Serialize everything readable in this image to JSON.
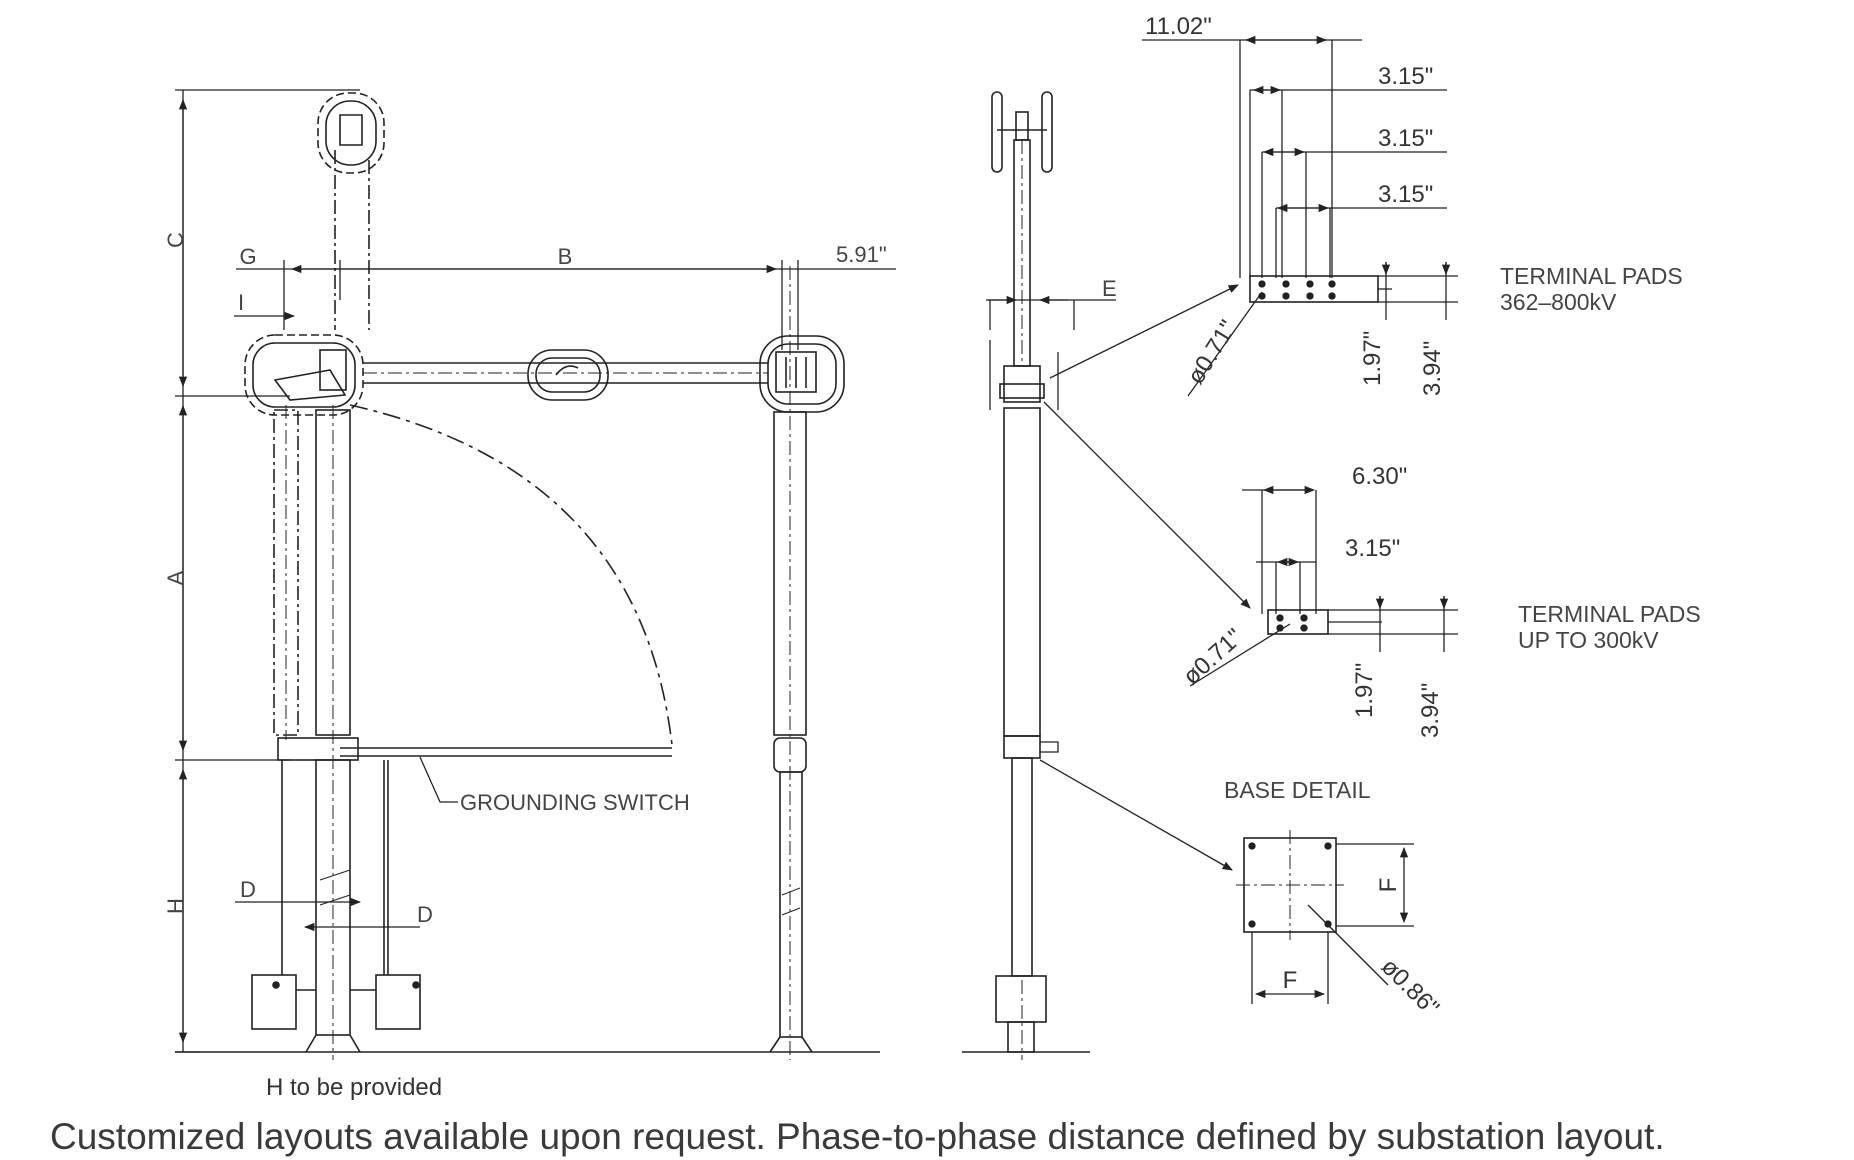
{
  "front_view": {
    "dims": {
      "C": "C",
      "G": "G",
      "B": "B",
      "I": "I",
      "A": "A",
      "H": "H",
      "D_left": "D",
      "D_right": "D",
      "top_right": "5.91\""
    },
    "grounding_switch": "GROUNDING SWITCH"
  },
  "side_view": {
    "E": "E"
  },
  "pads_high": {
    "w_total": "11.02\"",
    "w1": "3.15\"",
    "w2": "3.15\"",
    "w3": "3.15\"",
    "hole": "ø0.71\"",
    "h1": "1.97\"",
    "h2": "3.94\"",
    "title_line1": "TERMINAL PADS",
    "title_line2": "362–800kV"
  },
  "pads_low": {
    "w_total": "6.30\"",
    "w1": "3.15\"",
    "hole": "ø0.71\"",
    "h1": "1.97\"",
    "h2": "3.94\"",
    "title_line1": "TERMINAL PADS",
    "title_line2": "UP TO 300kV"
  },
  "base_detail": {
    "title": "BASE DETAIL",
    "F_vertical": "F",
    "F_horizontal": "F",
    "hole": "ø0.86\""
  },
  "notes": {
    "h_note": "H to be provided",
    "footer": "Customized layouts available upon request. Phase-to-phase distance defined by substation layout."
  }
}
